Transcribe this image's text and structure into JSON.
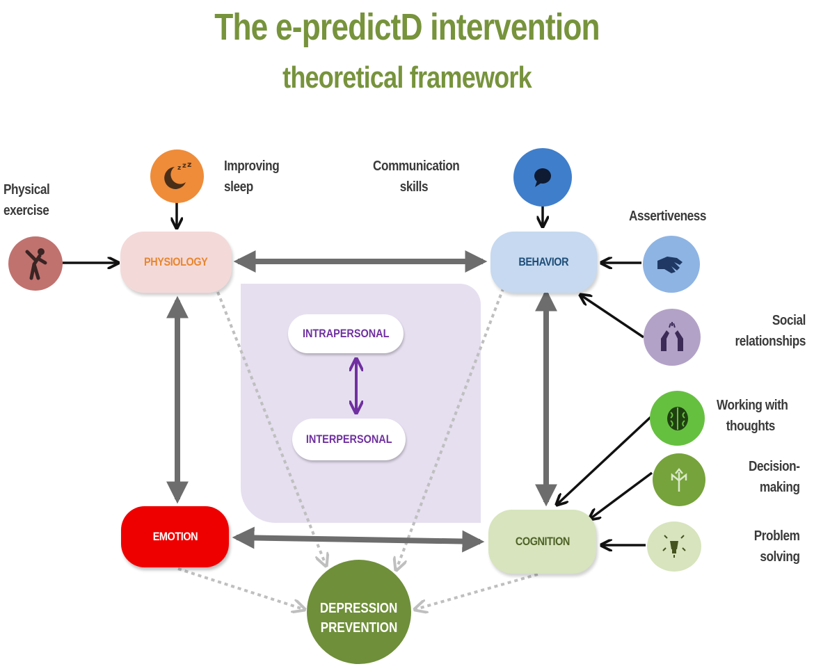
{
  "title": {
    "main": "The e-predictD intervention",
    "sub": "theoretical framework"
  },
  "nodes": {
    "physiology": "PHYSIOLOGY",
    "behavior": "BEHAVIOR",
    "emotion": "EMOTION",
    "cognition": "COGNITION",
    "intrapersonal": "INTRAPERSONAL",
    "interpersonal": "INTERPERSONAL",
    "depression_line1": "DEPRESSION",
    "depression_line2": "PREVENTION"
  },
  "interventions": {
    "physical_exercise": {
      "line1": "Physical",
      "line2": "exercise"
    },
    "improving_sleep": {
      "line1": "Improving",
      "line2": "sleep"
    },
    "communication_skills": {
      "line1": "Communication",
      "line2": "skills"
    },
    "assertiveness": {
      "line1": "Assertiveness"
    },
    "social_relationships": {
      "line1": "Social",
      "line2": "relationships"
    },
    "working_with_thoughts": {
      "line1": "Working with",
      "line2": "thoughts"
    },
    "decision_making": {
      "line1": "Decision-",
      "line2": "making"
    },
    "problem_solving": {
      "line1": "Problem",
      "line2": "solving"
    }
  },
  "colors": {
    "title": "#77933c",
    "physiology": "#f4d9d9",
    "behavior": "#c6d9f0",
    "emotion": "#ee0000",
    "cognition": "#d7e4bd",
    "depression": "#6f8f3a",
    "center_panel": "#e6dff0",
    "bidirectional_arrow": "#6d6d6d",
    "dotted_arrow": "#bfbfbf",
    "purple_arrow": "#7030a0"
  },
  "icons": {
    "physical_exercise": "stretching-person-icon",
    "improving_sleep": "moon-sleep-icon",
    "communication_skills": "speech-bubble-icon",
    "assertiveness": "handshake-icon",
    "social_relationships": "raised-hands-icon",
    "working_with_thoughts": "brain-icon",
    "decision_making": "split-arrows-icon",
    "problem_solving": "lightbulb-icon"
  }
}
